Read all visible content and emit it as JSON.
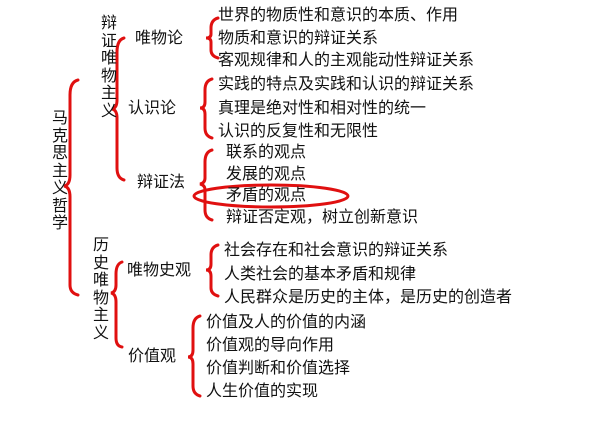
{
  "root": {
    "label": "马克思主义哲学"
  },
  "branches": [
    {
      "label": "辩证唯物主义",
      "groups": [
        {
          "label": "唯物论",
          "items": [
            "世界的物质性和意识的本质、作用",
            "物质和意识的辩证关系",
            "客观规律和人的主观能动性辩证关系"
          ]
        },
        {
          "label": "认识论",
          "items": [
            "实践的特点及实践和认识的辩证关系",
            "真理是绝对性和相对性的统一",
            "认识的反复性和无限性"
          ]
        },
        {
          "label": "辩证法",
          "items": [
            "联系的观点",
            "发展的观点",
            "矛盾的观点",
            "辩证否定观，树立创新意识"
          ],
          "highlighted_item": "矛盾的观点"
        }
      ]
    },
    {
      "label": "历史唯物主义",
      "groups": [
        {
          "label": "唯物史观",
          "items": [
            "社会存在和社会意识的辩证关系",
            "人类社会的基本矛盾和规律",
            "人民群众是历史的主体，是历史的创造者"
          ]
        },
        {
          "label": "价值观",
          "items": [
            "价值及人的价值的内涵",
            "价值观的导向作用",
            "价值判断和价值选择",
            "人生价值的实现"
          ]
        }
      ]
    }
  ],
  "colors": {
    "brace": "#e01010",
    "highlight_ellipse": "#e01010",
    "text": "#111111",
    "background": "#ffffff"
  }
}
